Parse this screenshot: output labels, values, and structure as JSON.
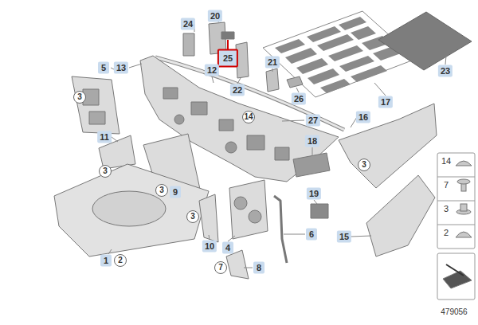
{
  "diagram": {
    "labels": [
      "24",
      "20",
      "25",
      "21",
      "17",
      "23",
      "5",
      "13",
      "12",
      "22",
      "3",
      "26",
      "14",
      "27",
      "16",
      "11",
      "18",
      "14",
      "3",
      "3",
      "7",
      "3",
      "9",
      "19",
      "3",
      "3",
      "2",
      "6",
      "15",
      "10",
      "4",
      "1",
      "2",
      "7",
      "8",
      "479056"
    ]
  }
}
